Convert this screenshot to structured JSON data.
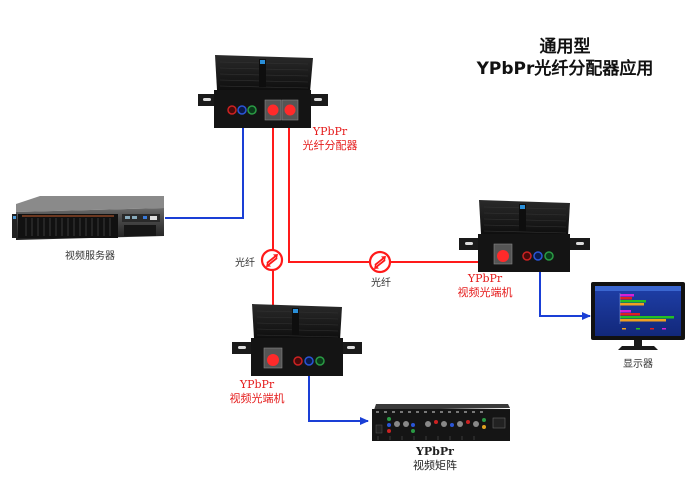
{
  "title": {
    "line1": "通用型",
    "line2": "YPbPr光纤分配器应用"
  },
  "colors": {
    "fiber": "#ff1a1a",
    "video": "#1a3fd6",
    "device_body": "#1b1b1b",
    "label_red": "#e51c1c"
  },
  "devices": {
    "splitter": {
      "line1": "YPbPr",
      "line2": "光纤分配器"
    },
    "server": {
      "label": "视频服务器"
    },
    "receiver_right": {
      "line1": "YPbPr",
      "line2": "视频光端机"
    },
    "receiver_bottom": {
      "line1": "YPbPr",
      "line2": "视频光端机"
    },
    "matrix": {
      "line1": "YPbPr",
      "line2": "视频矩阵"
    },
    "monitor": {
      "label": "显示器"
    }
  },
  "links": {
    "fiber_left_label": "光纤",
    "fiber_right_label": "光纤"
  },
  "icons": {
    "fiber_connector": "bidirectional-arrows-in-circle",
    "video_arrow": "arrowhead"
  }
}
